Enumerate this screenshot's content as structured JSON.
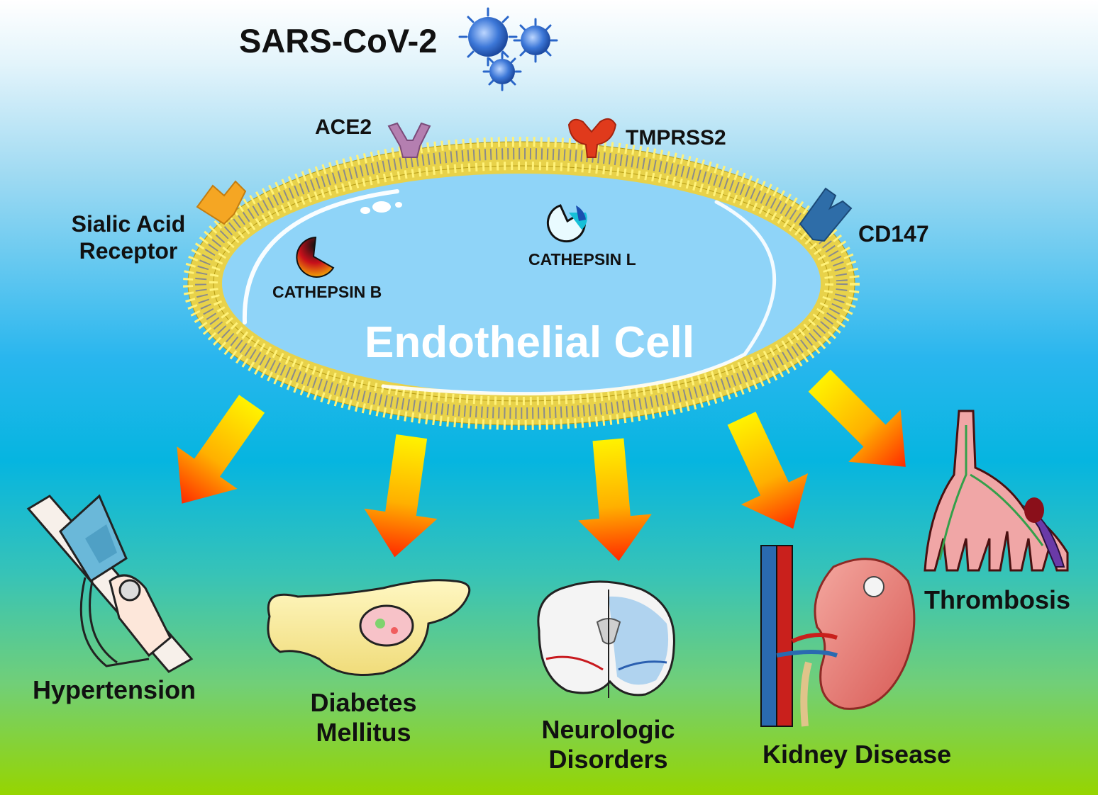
{
  "title": "SARS-CoV-2",
  "cell": {
    "name": "Endothelial Cell"
  },
  "receptors": {
    "ace2": "ACE2",
    "tmprss2": "TMPRSS2",
    "sialic_line1": "Sialic Acid",
    "sialic_line2": "Receptor",
    "cd147": "CD147"
  },
  "enzymes": {
    "cathepsin_b": "CATHEPSIN B",
    "cathepsin_l": "CATHEPSIN L"
  },
  "outcomes": {
    "hypertension": "Hypertension",
    "diabetes_line1": "Diabetes",
    "diabetes_line2": "Mellitus",
    "neuro_line1": "Neurologic",
    "neuro_line2": "Disorders",
    "kidney": "Kidney Disease",
    "thrombosis": "Thrombosis"
  },
  "colors": {
    "membrane_head": "#f5e24a",
    "cell_fill": "#8fd4f8",
    "arrow_start": "#fff200",
    "arrow_end": "#ff2a00",
    "ace2": "#b47fb0",
    "tmprss2": "#e03a1c",
    "sialic": "#f5a623",
    "cd147": "#2e6da8",
    "virus": "#2a66c9"
  }
}
